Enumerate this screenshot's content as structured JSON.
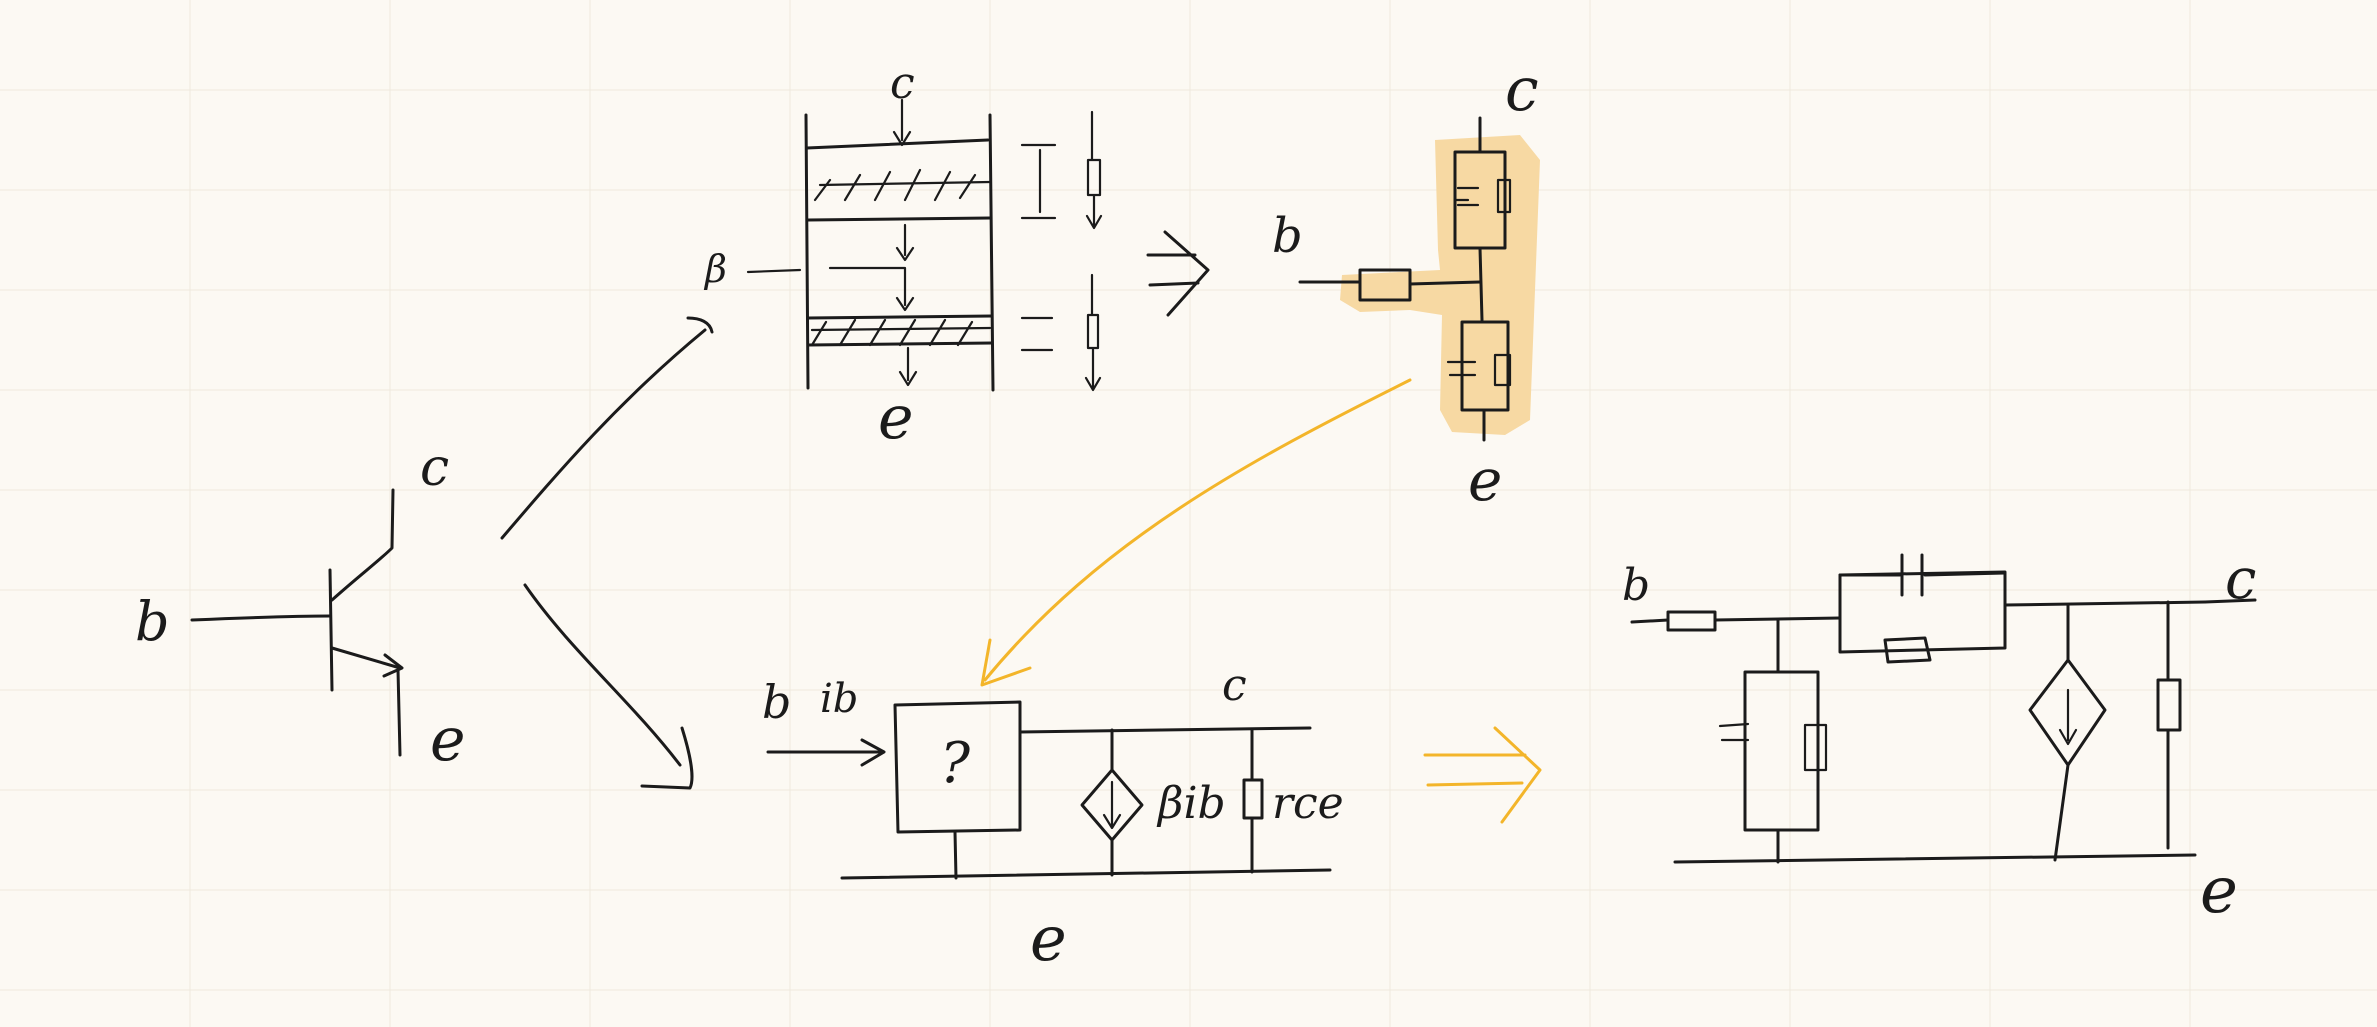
{
  "colors": {
    "background": "#fcf9f3",
    "ink": "#1b1b1b",
    "highlight": "#f7d9a3",
    "arrow_accent": "#f3b52a"
  },
  "labels": {
    "transistor": {
      "base": "b",
      "collector": "c",
      "emitter": "e"
    },
    "layer_model": {
      "collector": "c",
      "base": "β",
      "emitter": "e"
    },
    "junction_model": {
      "collector": "c",
      "base": "b",
      "emitter": "e"
    },
    "small_signal": {
      "base": "b",
      "base_current": "ib",
      "unknown_block": "?",
      "collector": "c",
      "source": "βib",
      "output_resistance": "rce",
      "emitter": "e"
    },
    "full_model": {
      "base": "b",
      "collector": "c",
      "emitter": "e"
    }
  }
}
